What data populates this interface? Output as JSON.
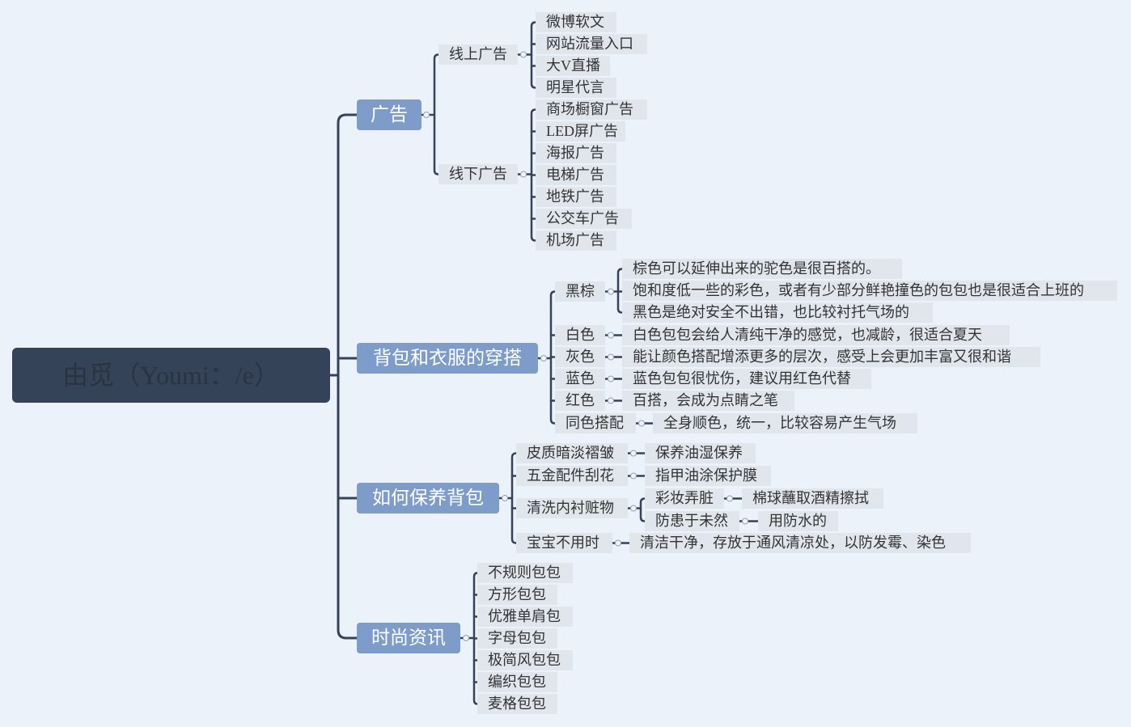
{
  "colors": {
    "background": "#ebf2f9",
    "root_fill": "#354359",
    "root_text": "#2a3342",
    "branch_fill": "#7e9cc9",
    "branch_text": "#ffffff",
    "node_fill": "#e1e6ec",
    "node_text": "#333333",
    "line": "#34425a"
  },
  "root": {
    "label": "由觅（Youmi：/e）"
  },
  "branches": [
    {
      "label": "广告",
      "children": [
        {
          "label": "线上广告",
          "children": [
            {
              "label": "微博软文"
            },
            {
              "label": "网站流量入口"
            },
            {
              "label": "大V直播"
            },
            {
              "label": "明星代言"
            }
          ]
        },
        {
          "label": "线下广告",
          "children": [
            {
              "label": "商场橱窗广告"
            },
            {
              "label": "LED屏广告"
            },
            {
              "label": "海报广告"
            },
            {
              "label": "电梯广告"
            },
            {
              "label": "地铁广告"
            },
            {
              "label": "公交车广告"
            },
            {
              "label": "机场广告"
            }
          ]
        }
      ]
    },
    {
      "label": "背包和衣服的穿搭",
      "children": [
        {
          "label": "黑棕",
          "children": [
            {
              "label": "棕色可以延伸出来的驼色是很百搭的。"
            },
            {
              "label": "饱和度低一些的彩色，或者有少部分鲜艳撞色的包包也是很适合上班的"
            },
            {
              "label": "黑色是绝对安全不出错，也比较衬托气场的"
            }
          ]
        },
        {
          "label": "白色",
          "children": [
            {
              "label": "白色包包会给人清纯干净的感觉，也减龄，很适合夏天"
            }
          ]
        },
        {
          "label": "灰色",
          "children": [
            {
              "label": "能让颜色搭配增添更多的层次，感受上会更加丰富又很和谐"
            }
          ]
        },
        {
          "label": "蓝色",
          "children": [
            {
              "label": "蓝色包包很忧伤，建议用红色代替"
            }
          ]
        },
        {
          "label": "红色",
          "children": [
            {
              "label": "百搭，会成为点睛之笔"
            }
          ]
        },
        {
          "label": "同色搭配",
          "children": [
            {
              "label": "全身顺色，统一，比较容易产生气场"
            }
          ]
        }
      ]
    },
    {
      "label": "如何保养背包",
      "children": [
        {
          "label": "皮质暗淡褶皱",
          "children": [
            {
              "label": "保养油湿保养"
            }
          ]
        },
        {
          "label": "五金配件刮花",
          "children": [
            {
              "label": "指甲油涂保护膜"
            }
          ]
        },
        {
          "label": "清洗内衬赃物",
          "children": [
            {
              "label": "彩妆弄脏",
              "children": [
                {
                  "label": "棉球蘸取酒精擦拭"
                }
              ]
            },
            {
              "label": "防患于未然",
              "children": [
                {
                  "label": "用防水的"
                }
              ]
            }
          ]
        },
        {
          "label": "宝宝不用时",
          "children": [
            {
              "label": "清洁干净，存放于通风清凉处，以防发霉、染色"
            }
          ]
        }
      ]
    },
    {
      "label": "时尚资讯",
      "children": [
        {
          "label": "不规则包包"
        },
        {
          "label": "方形包包"
        },
        {
          "label": "优雅单肩包"
        },
        {
          "label": "字母包包"
        },
        {
          "label": "极简风包包"
        },
        {
          "label": "编织包包"
        },
        {
          "label": "麦格包包"
        }
      ]
    }
  ]
}
